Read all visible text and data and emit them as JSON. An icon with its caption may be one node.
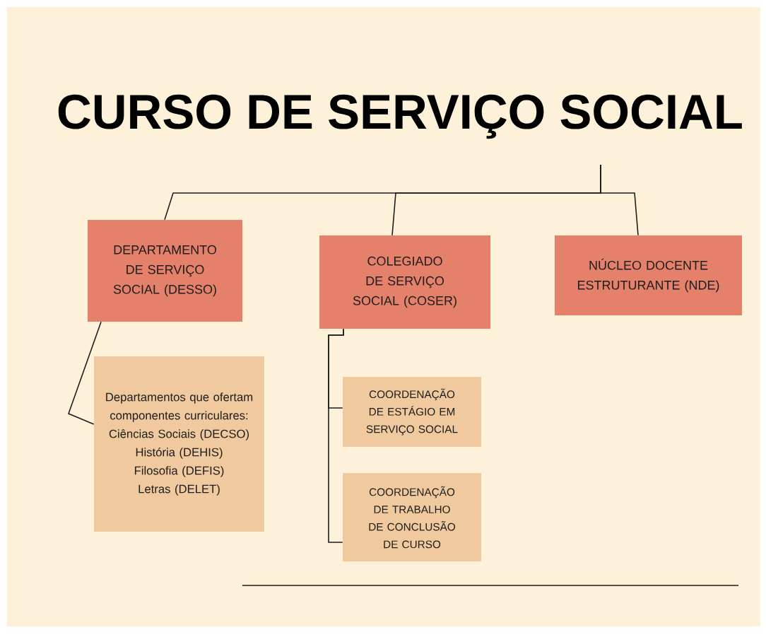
{
  "diagram": {
    "title": "CURSO DE SERVIÇO SOCIAL",
    "nodes": [
      {
        "text": [
          "DEPARTAMENTO DE SERVIÇO SOCIAL (DESSO)"
        ]
      },
      {
        "text": [
          "COLEGIADO DE SERVIÇO SOCIAL (COSER)"
        ]
      },
      {
        "text": [
          "NÚCLEO DOCENTE ESTRUTURANTE (NDE)"
        ]
      },
      {
        "text": [
          "Departamentos que ofertam componentes curriculares:",
          "Ciências Sociais (DECSO)",
          "História (DEHIS)",
          "Filosofia (DEFIS)",
          "Letras (DELET)"
        ]
      },
      {
        "text": [
          "COORDENAÇÃO DE ESTÁGIO EM SERVIÇO SOCIAL"
        ]
      },
      {
        "text": [
          "COORDENAÇÃO DE TRABALHO DE CONCLUSÃO DE CURSO"
        ]
      }
    ],
    "edges": [
      {
        "from": null,
        "to": 0,
        "arrow": "none"
      },
      {
        "from": null,
        "to": 1,
        "arrow": "none"
      },
      {
        "from": null,
        "to": 2,
        "arrow": "none"
      },
      {
        "from": 0,
        "to": 3,
        "arrow": "none"
      },
      {
        "from": 1,
        "to": 4,
        "arrow": "none"
      },
      {
        "from": 1,
        "to": 5,
        "arrow": "none"
      }
    ]
  }
}
